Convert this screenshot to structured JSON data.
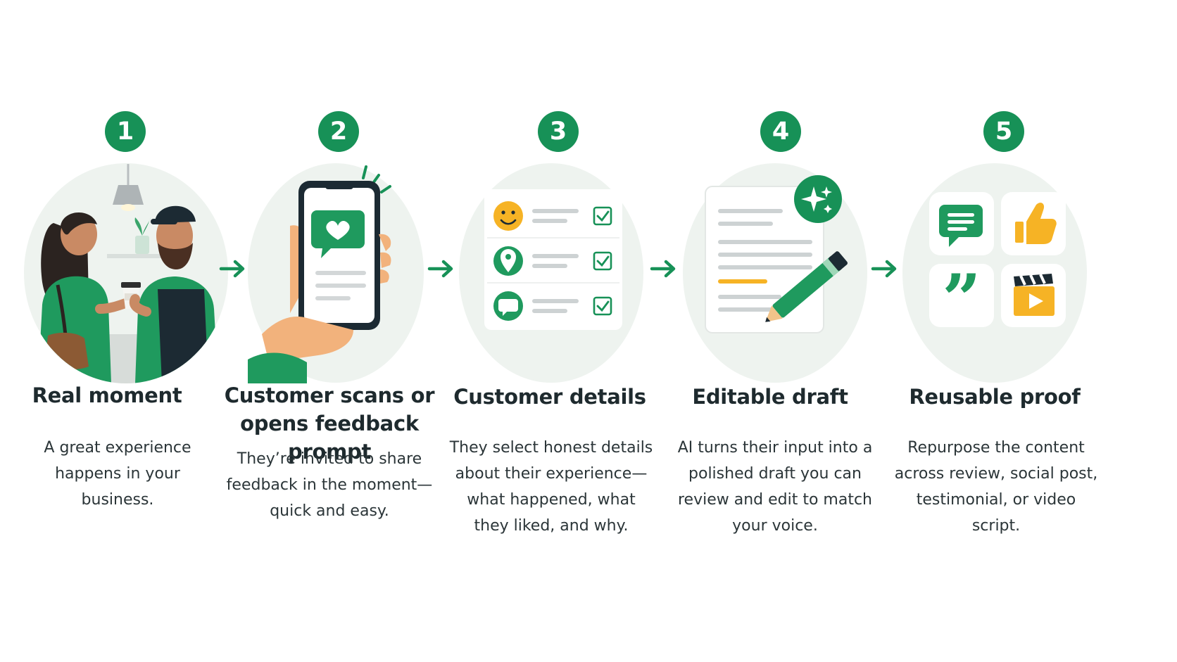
{
  "colors": {
    "accent": "#179157",
    "circle_bg": "#eef3ef",
    "text": "#1e2a2e",
    "yellow": "#f6b325"
  },
  "steps": [
    {
      "number": "1",
      "title": "Real moment",
      "description": "A great experience happens in your business.",
      "illustration": "people-exchanging-coffee"
    },
    {
      "number": "2",
      "title": "Customer scans or opens feedback prompt",
      "description": "They’re invited to share feedback in the moment—quick and easy.",
      "illustration": "hand-holding-phone"
    },
    {
      "number": "3",
      "title": "Customer details",
      "description": "They select honest details about their experience—what happened, what they liked, and why.",
      "illustration": "checklist-card"
    },
    {
      "number": "4",
      "title": "Editable draft",
      "description": "AI turns their input into a polished draft you can review and edit to match your voice.",
      "illustration": "document-with-pencil-and-sparkles"
    },
    {
      "number": "5",
      "title": "Reusable proof",
      "description": "Repurpose the content across review, social post, testimonial, or video script.",
      "illustration": "content-format-tiles"
    }
  ],
  "icons": [
    "smiley-icon",
    "location-pin-icon",
    "chat-bubble-icon",
    "checkbox-icon",
    "sparkle-icon",
    "pencil-icon",
    "thumbs-up-icon",
    "quote-icon",
    "video-clapper-icon",
    "heart-message-icon",
    "arrow-right-icon"
  ]
}
